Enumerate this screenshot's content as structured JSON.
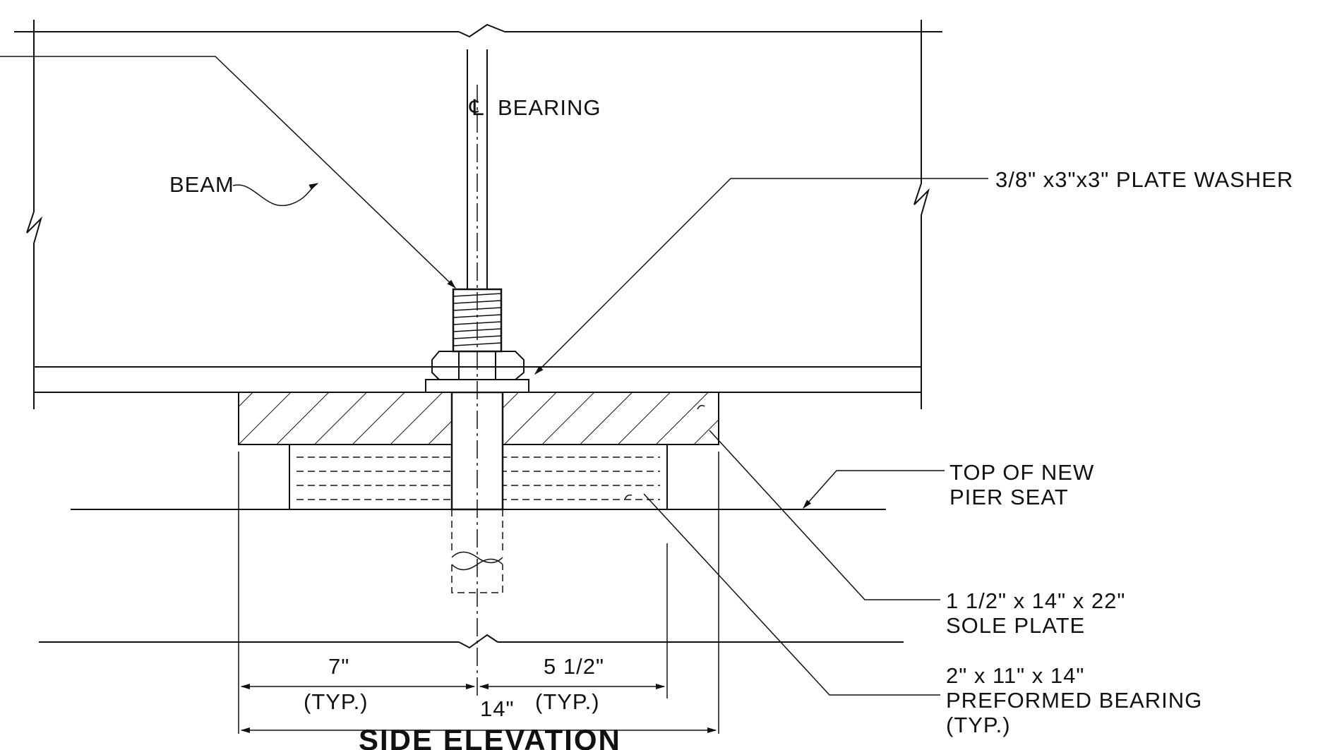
{
  "labels": {
    "cl_symbol": "℄",
    "bearing": "BEARING",
    "beam": "BEAM",
    "plate_washer": "3/8\" x3\"x3\" PLATE WASHER",
    "top_seat_line1": "TOP OF NEW",
    "top_seat_line2": "PIER SEAT",
    "sole_line1": "1 1/2\" x 14\" x 22\"",
    "sole_line2": "SOLE PLATE",
    "bearing_line1": "2\" x 11\" x 14\"",
    "bearing_line2": "PREFORMED BEARING",
    "bearing_line3": "(TYP.)"
  },
  "dimensions": {
    "left": "7\"",
    "left_note": "(TYP.)",
    "right": "5 1/2\"",
    "right_note": "(TYP.)",
    "total": "14\""
  },
  "title": "SIDE ELEVATION"
}
